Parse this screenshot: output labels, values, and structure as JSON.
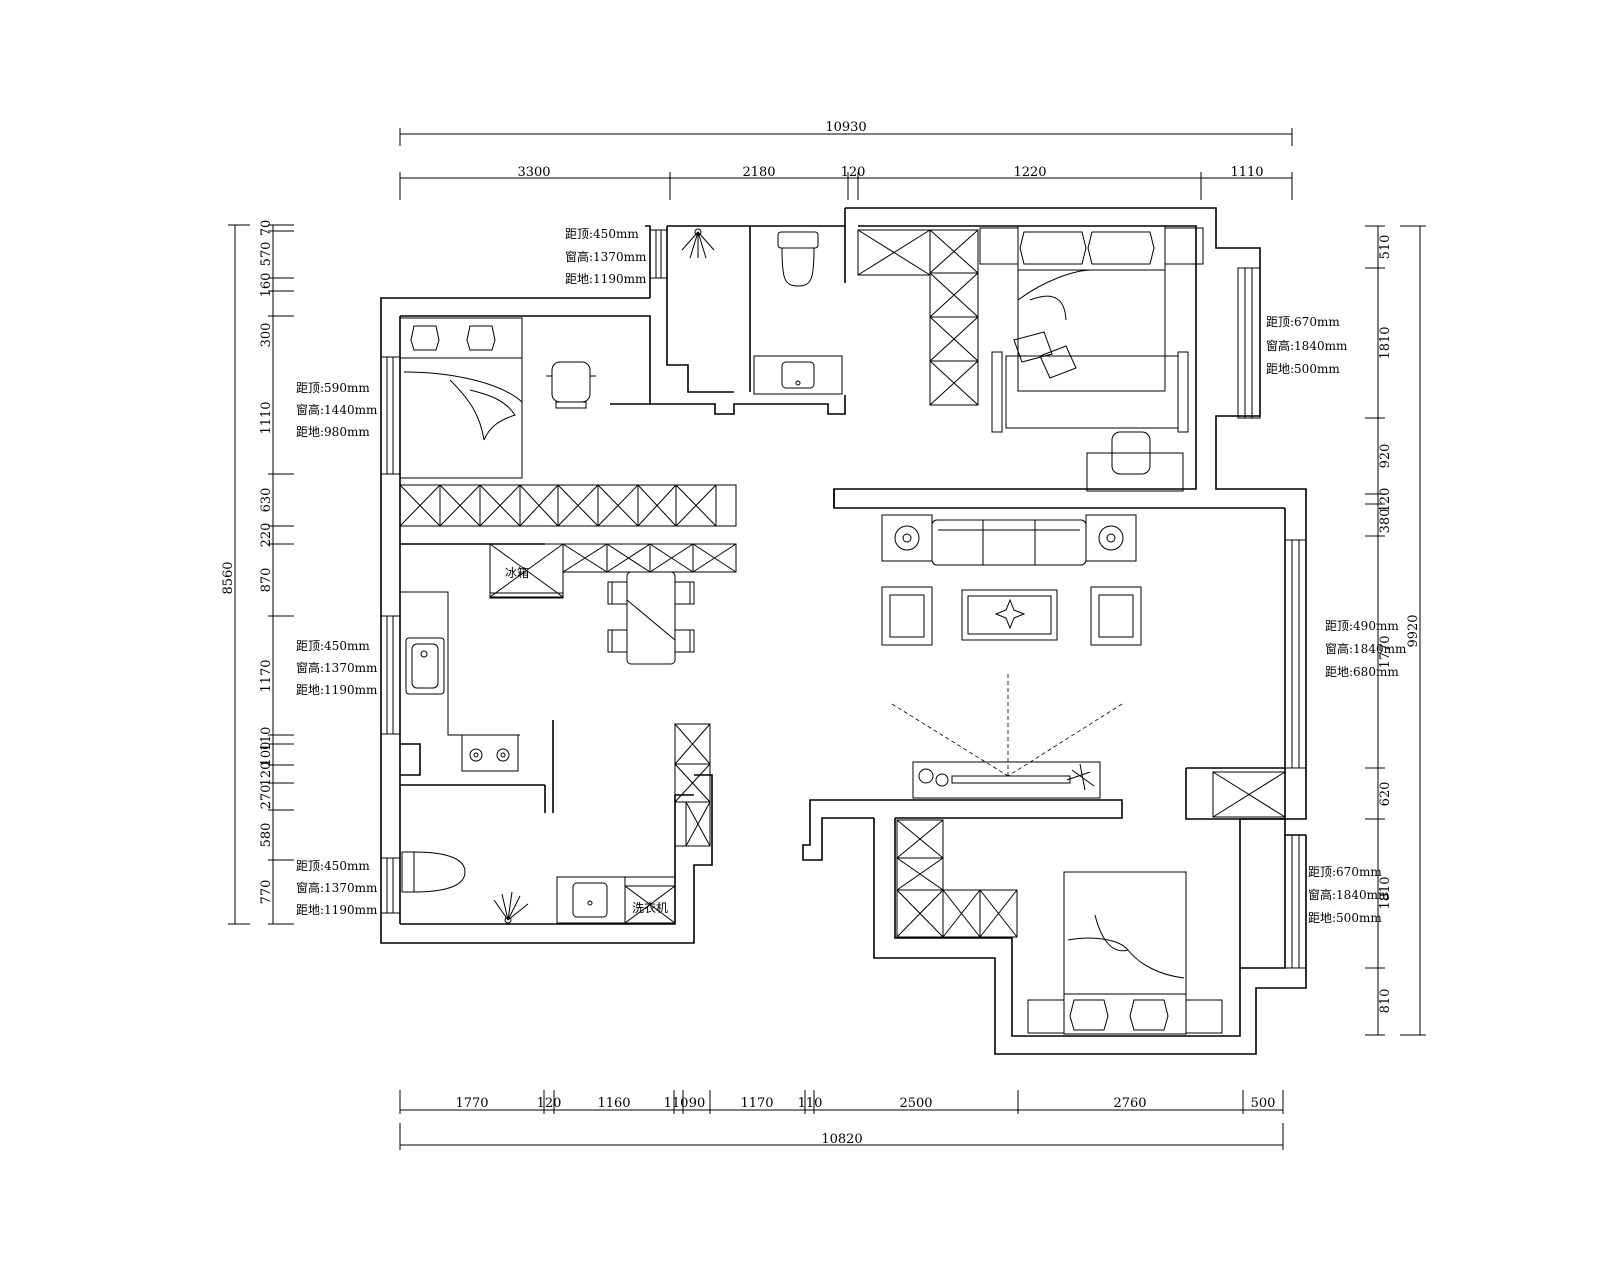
{
  "dims": {
    "top_total": "10930",
    "top": [
      "3300",
      "2180",
      "120",
      "1220",
      "1110"
    ],
    "bottom_total": "10820",
    "bottom": [
      "1770",
      "120",
      "1160",
      "110",
      "90",
      "1170",
      "110",
      "2500",
      "2760",
      "500"
    ],
    "left_total": "8560",
    "left": [
      "70",
      "570",
      "160",
      "300",
      "1110",
      "630",
      "220",
      "870",
      "1170",
      "110",
      "100",
      "120",
      "270",
      "580",
      "770"
    ],
    "right_total": "9920",
    "right": [
      "510",
      "1810",
      "920",
      "120",
      "380",
      "1770",
      "620",
      "1810",
      "810"
    ]
  },
  "labels": {
    "fridge": "冰箱",
    "washer": "洗衣机"
  },
  "windows": [
    {
      "line1": "距顶:450mm",
      "line2": "窗高:1370mm",
      "line3": "距地:1190mm"
    },
    {
      "line1": "距顶:590mm",
      "line2": "窗高:1440mm",
      "line3": "距地:980mm"
    },
    {
      "line1": "距顶:450mm",
      "line2": "窗高:1370mm",
      "line3": "距地:1190mm"
    },
    {
      "line1": "距顶:450mm",
      "line2": "窗高:1370mm",
      "line3": "距地:1190mm"
    },
    {
      "line1": "距顶:670mm",
      "line2": "窗高:1840mm",
      "line3": "距地:500mm"
    },
    {
      "line1": "距顶:490mm",
      "line2": "窗高:1840mm",
      "line3": "距地:680mm"
    },
    {
      "line1": "距顶:670mm",
      "line2": "窗高:1840mm",
      "line3": "距地:500mm"
    }
  ]
}
